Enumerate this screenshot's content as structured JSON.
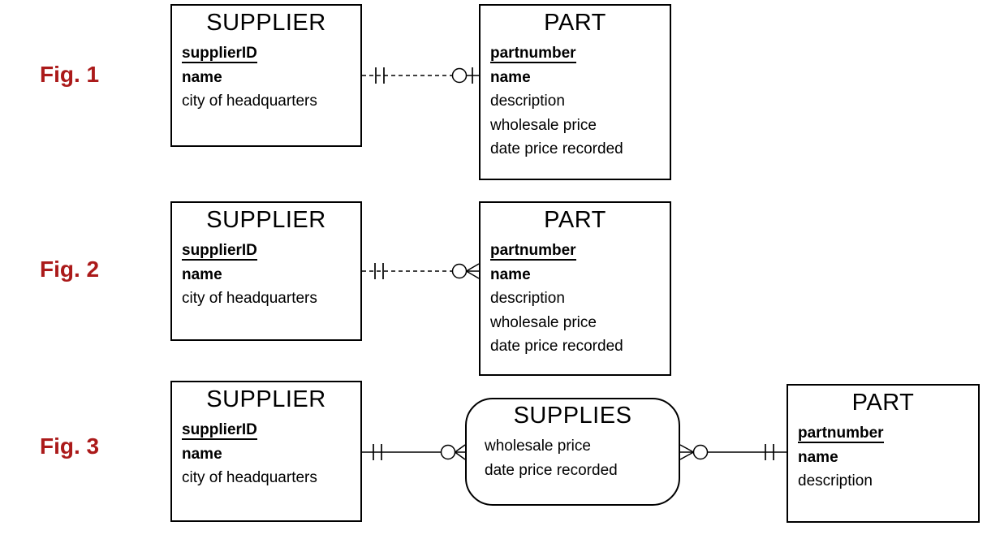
{
  "colors": {
    "figure_label": "#ab1a1a",
    "diagram_line": "#000000",
    "background": "#ffffff"
  },
  "figures": [
    {
      "label": "Fig. 1",
      "entities": {
        "supplier": {
          "title": "SUPPLIER",
          "attributes": [
            "supplierID",
            "name",
            "city of headquarters"
          ]
        },
        "part": {
          "title": "PART",
          "attributes": [
            "partnumber",
            "name",
            "description",
            "wholesale price",
            "date price recorded"
          ]
        }
      },
      "relationship": {
        "line_style": "dashed",
        "supplier_end": "one-and-only-one",
        "part_end": "zero-or-one"
      }
    },
    {
      "label": "Fig. 2",
      "entities": {
        "supplier": {
          "title": "SUPPLIER",
          "attributes": [
            "supplierID",
            "name",
            "city of headquarters"
          ]
        },
        "part": {
          "title": "PART",
          "attributes": [
            "partnumber",
            "name",
            "description",
            "wholesale price",
            "date price recorded"
          ]
        }
      },
      "relationship": {
        "line_style": "dashed",
        "supplier_end": "one-and-only-one",
        "part_end": "zero-or-many"
      }
    },
    {
      "label": "Fig. 3",
      "entities": {
        "supplier": {
          "title": "SUPPLIER",
          "attributes": [
            "supplierID",
            "name",
            "city of headquarters"
          ]
        },
        "supplies": {
          "title": "SUPPLIES",
          "attributes": [
            "wholesale price",
            "date price recorded"
          ]
        },
        "part": {
          "title": "PART",
          "attributes": [
            "partnumber",
            "name",
            "description"
          ]
        }
      },
      "relationships": {
        "supplier_supplies": {
          "line_style": "solid",
          "supplier_end": "one-and-only-one",
          "supplies_end": "zero-or-many"
        },
        "supplies_part": {
          "line_style": "solid",
          "supplies_end": "zero-or-many",
          "part_end": "one-and-only-one"
        }
      }
    }
  ]
}
